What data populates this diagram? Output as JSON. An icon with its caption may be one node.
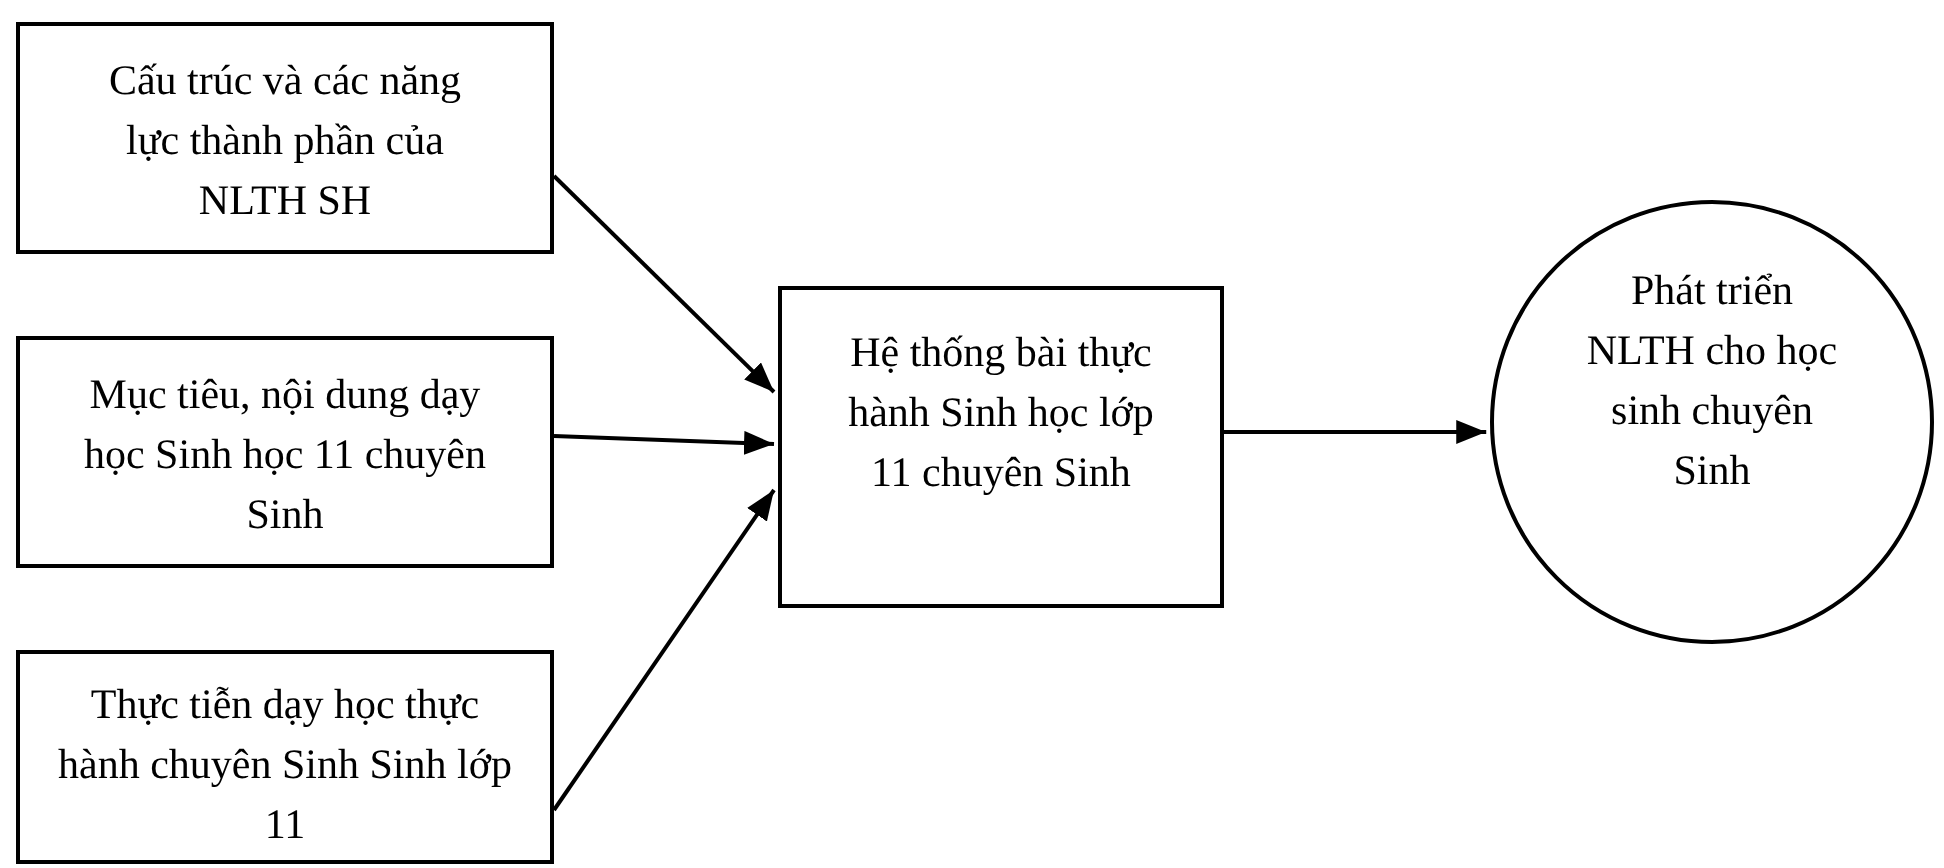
{
  "diagram": {
    "nodes": [
      {
        "text": [
          "Cấu trúc và các năng lực thành phần của NLTH SH"
        ]
      },
      {
        "text": [
          "Mục tiêu, nội dung dạy học Sinh học 11 chuyên Sinh"
        ]
      },
      {
        "text": [
          "Thực tiễn dạy học thực hành chuyên Sinh Sinh lớp 11"
        ]
      },
      {
        "text": [
          "Hệ thống bài thực hành Sinh học lớp 11 chuyên Sinh"
        ]
      },
      {
        "text": [
          "Phát triển NLTH cho học sinh chuyên Sinh"
        ]
      }
    ],
    "edges": [
      {
        "from": 0,
        "to": 3,
        "arrow": "to"
      },
      {
        "from": 1,
        "to": 3,
        "arrow": "to"
      },
      {
        "from": 2,
        "to": 3,
        "arrow": "to"
      },
      {
        "from": 3,
        "to": 4,
        "arrow": "to"
      }
    ]
  }
}
